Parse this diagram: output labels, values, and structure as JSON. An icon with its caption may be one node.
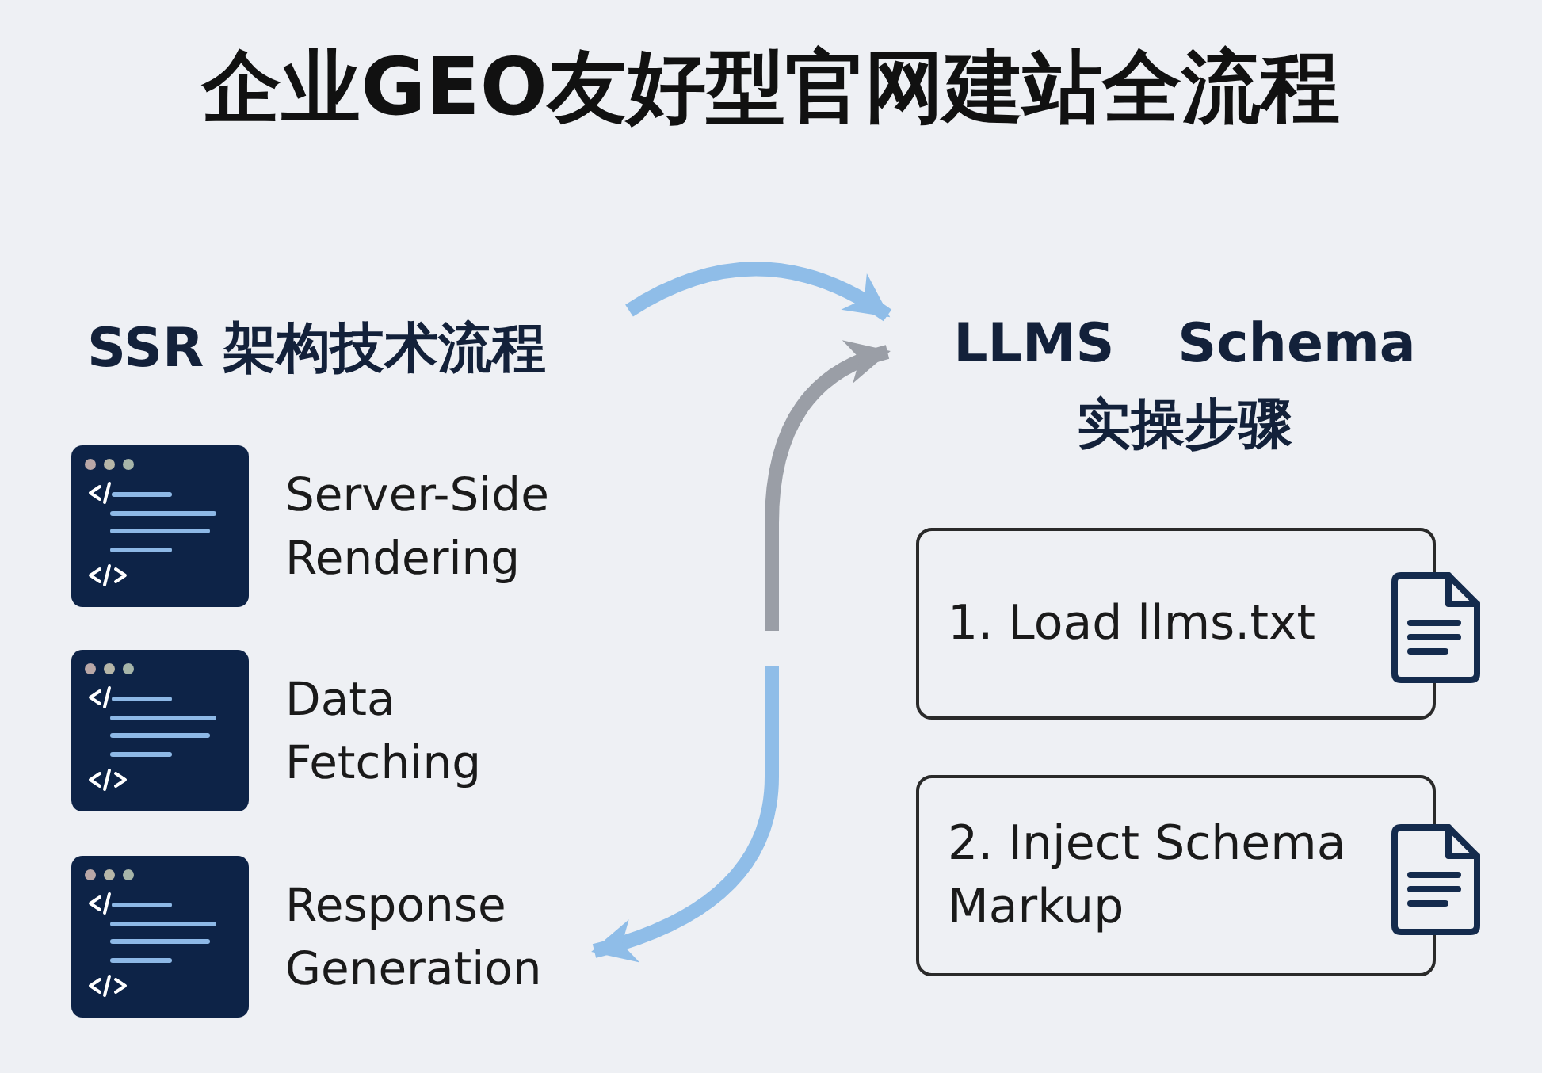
{
  "diagram": {
    "title": "企业GEO友好型官网建站全流程",
    "nodes": [
      {
        "text": [
          "SSR 架构技术流程"
        ]
      },
      {
        "text": [
          "LLMS Schema",
          "实操步骤"
        ]
      },
      {
        "text": [
          "Server-Side Rendering"
        ]
      },
      {
        "text": [
          "Data Fetching"
        ]
      },
      {
        "text": [
          "Response Generation"
        ]
      },
      {
        "text": [
          "1. Load llms.txt"
        ]
      },
      {
        "text": [
          "2. Inject Schema Markup"
        ]
      }
    ],
    "edges": [
      {
        "from": 0,
        "to": 1,
        "arrow": "to"
      },
      {
        "from": null,
        "to": 1,
        "arrow": "to",
        "color": "#9a9ea6"
      },
      {
        "from": null,
        "to": 4,
        "arrow": "to"
      }
    ]
  }
}
